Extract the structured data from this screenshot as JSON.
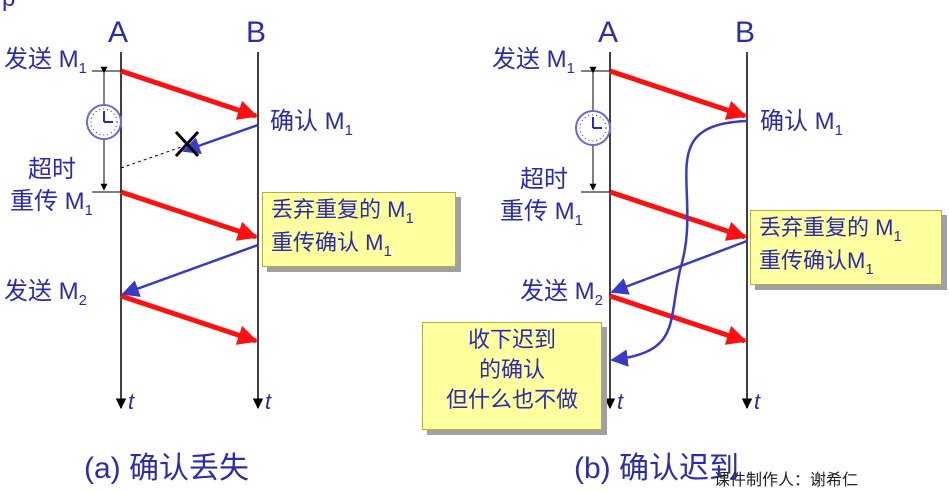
{
  "top_mark": "p",
  "panel_a": {
    "host_a": "A",
    "host_b": "B",
    "send_m1": "发送 M",
    "send_m1_sub": "1",
    "ack_m1": "确认 M",
    "ack_m1_sub": "1",
    "timeout": "超时",
    "resend": "重传 M",
    "resend_sub": "1",
    "send_m2": "发送 M",
    "send_m2_sub": "2",
    "note_line1": "丢弃重复的 M",
    "note_line1_sub": "1",
    "note_line2": "重传确认 M",
    "note_line2_sub": "1",
    "t_a": "t",
    "t_b": "t",
    "caption": "(a) 确认丢失"
  },
  "panel_b": {
    "host_a": "A",
    "host_b": "B",
    "send_m1": "发送 M",
    "send_m1_sub": "1",
    "ack_m1": "确认 M",
    "ack_m1_sub": "1",
    "timeout": "超时",
    "resend": "重传 M",
    "resend_sub": "1",
    "send_m2": "发送 M",
    "send_m2_sub": "2",
    "note_line1": "丢弃重复的 M",
    "note_line1_sub": "1",
    "note_line2": "重传确认M",
    "note_line2_sub": "1",
    "late_line1": "收下迟到",
    "late_line2": "的确认",
    "late_line3": "但什么也不做",
    "t_a": "t",
    "t_b": "t",
    "caption": "(b) 确认迟到"
  },
  "credit": "课件制作人：谢希仁",
  "colors": {
    "label": "#2b2bb0",
    "data_arrow": "#ff1010",
    "ack_arrow": "#3a3ac8",
    "note_bg": "#ffffa0"
  }
}
